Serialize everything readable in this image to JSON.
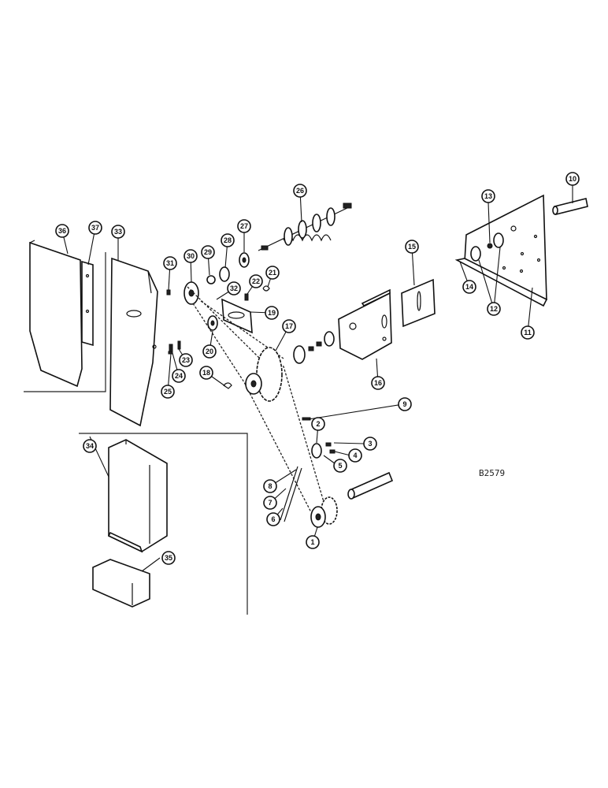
{
  "figure_code": "B2579",
  "callouts": [
    "1",
    "2",
    "3",
    "4",
    "5",
    "6",
    "7",
    "8",
    "9",
    "10",
    "11",
    "12",
    "13",
    "14",
    "15",
    "16",
    "17",
    "18",
    "19",
    "20",
    "21",
    "22",
    "23",
    "24",
    "25",
    "26",
    "27",
    "28",
    "29",
    "30",
    "31",
    "32",
    "33",
    "34",
    "35",
    "36",
    "37"
  ]
}
